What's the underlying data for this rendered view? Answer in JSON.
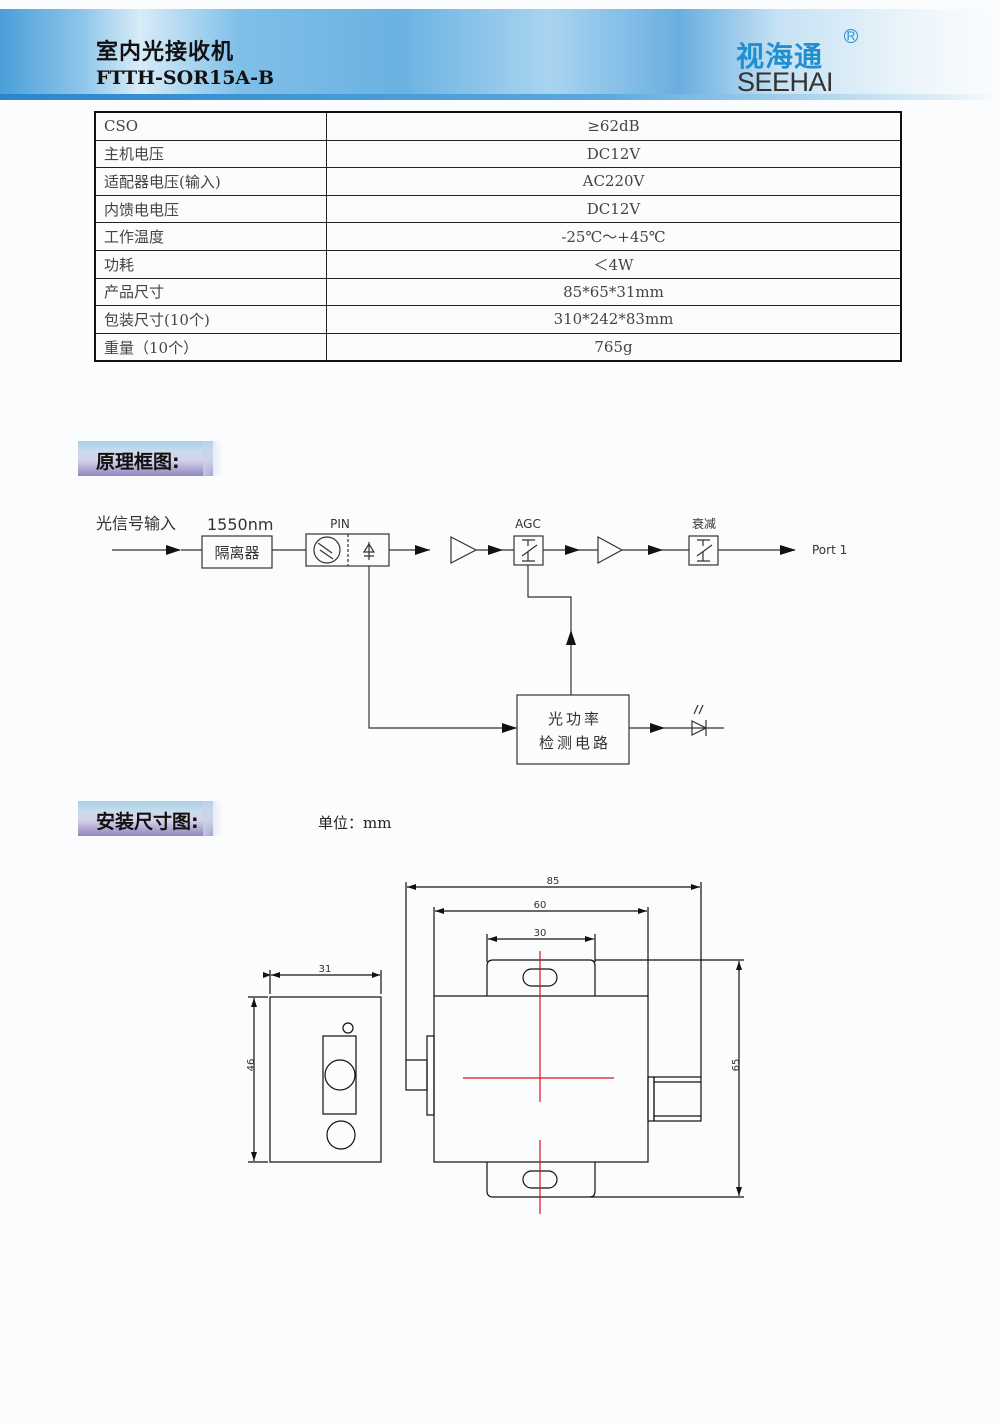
{
  "header": {
    "title_cn": "室内光接收机",
    "model": "FTTH-SOR15A-B",
    "logo": {
      "cn": "视海通",
      "en": "SEEHAI",
      "registered": "R"
    }
  },
  "spec_table": [
    {
      "key": "CSO",
      "value": "≥62dB"
    },
    {
      "key": "主机电压",
      "value": "DC12V"
    },
    {
      "key": "适配器电压(输入)",
      "value": "AC220V"
    },
    {
      "key": "内馈电电压",
      "value": "DC12V"
    },
    {
      "key": "工作温度",
      "value": "-25℃～+45℃"
    },
    {
      "key": "功耗",
      "value": "＜4W"
    },
    {
      "key": "产品尺寸",
      "value": "85*65*31mm"
    },
    {
      "key": "包装尺寸(10个)",
      "value": "310*242*83mm"
    },
    {
      "key": "重量（10个）",
      "value": "765g"
    }
  ],
  "block_diagram": {
    "section_title": "原理框图:",
    "input_label": "光信号输入",
    "wavelength": "1550nm",
    "isolator": "隔离器",
    "pin_label": "PIN",
    "agc_label": "AGC",
    "attenuator_label": "衰减",
    "output_label": "Port 1",
    "detector_line1": "光功率",
    "detector_line2": "检测电路"
  },
  "dimension_drawing": {
    "section_title": "安装尺寸图:",
    "unit": "单位：mm",
    "side_width": "31",
    "side_height": "46",
    "overall_width": "85",
    "body_width": "60",
    "tab_width": "30",
    "overall_height": "65"
  },
  "colors": {
    "logo_blue": "#1f8fcf",
    "centerline_red": "#e01020"
  }
}
